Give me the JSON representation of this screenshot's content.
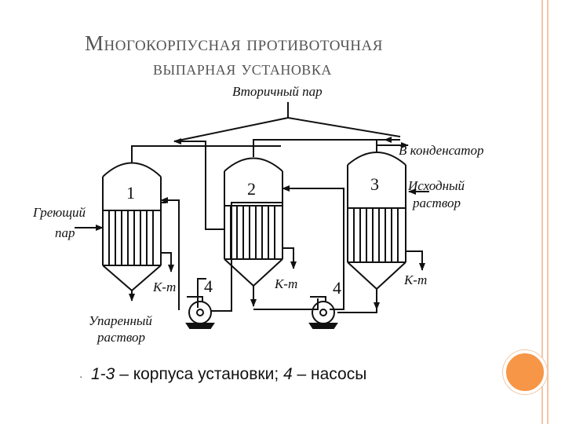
{
  "title": {
    "line1": "Многокорпусная противоточная",
    "line2": "выпарная установка"
  },
  "labels": {
    "secondary_steam": "Вторичный пар",
    "to_condenser": "В конденсатор",
    "initial_solution_1": "Исходный",
    "initial_solution_2": "раствор",
    "heating_steam_1": "Греющий",
    "heating_steam_2": "пар",
    "evaporated_solution_1": "Упаренный",
    "evaporated_solution_2": "раствор",
    "condensate_1": "К-т",
    "condensate_2": "К-т",
    "condensate_3": "К-т"
  },
  "vessel_numbers": [
    "1",
    "2",
    "3"
  ],
  "pump_numbers": [
    "4",
    "4"
  ],
  "caption": {
    "bullet": "▪",
    "part1": "1-3",
    "part2": " – корпуса установки; ",
    "part3": "4",
    "part4": " – насосы"
  },
  "colors": {
    "frame": "#f0c7a6",
    "accent_dot": "#f79646",
    "lines": "#111111"
  }
}
